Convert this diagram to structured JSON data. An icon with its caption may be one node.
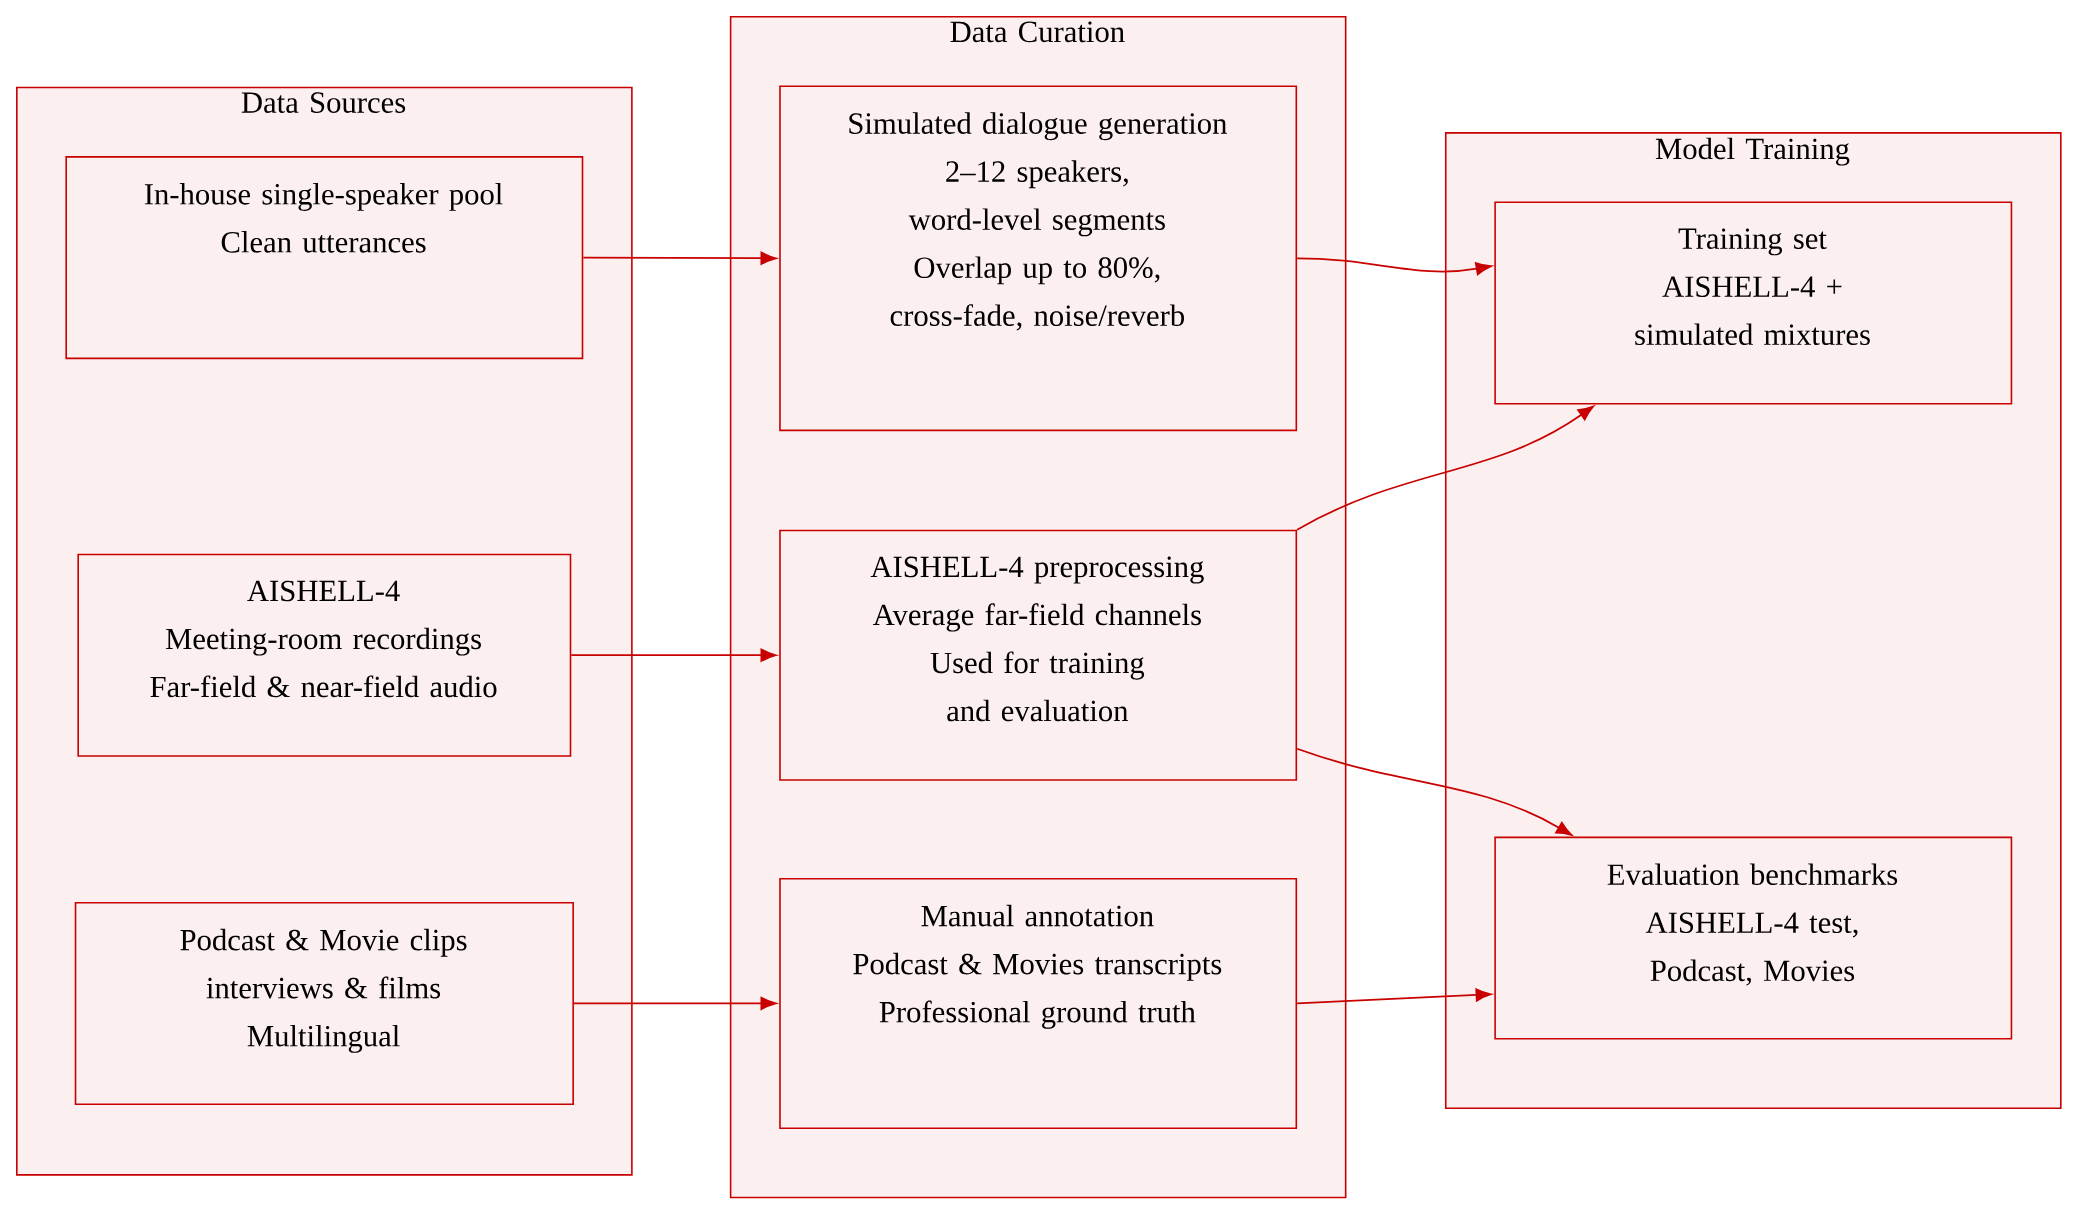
{
  "diagram": {
    "nodes": [
      {
        "text": [
          "Data Sources"
        ]
      },
      {
        "text": [
          "In-house single-speaker pool",
          "Clean utterances"
        ],
        "in": 0
      },
      {
        "text": [
          "AISHELL-4",
          "Meeting-room recordings",
          "Far-field & near-field audio"
        ],
        "in": 0
      },
      {
        "text": [
          "Podcast & Movie clips",
          "interviews & films",
          "Multilingual"
        ],
        "in": 0
      },
      {
        "text": [
          "Data Curation"
        ]
      },
      {
        "text": [
          "Simulated dialogue generation",
          "2–12 speakers, word-level segments",
          "Overlap up to 80%, cross-fade, noise/reverb"
        ],
        "in": 4
      },
      {
        "text": [
          "AISHELL-4 preprocessing",
          "Average far-field channels",
          "Used for training and evaluation"
        ],
        "in": 4
      },
      {
        "text": [
          "Manual annotation",
          "Podcast & Movies transcripts",
          "Professional ground truth"
        ],
        "in": 4
      },
      {
        "text": [
          "Model Training"
        ]
      },
      {
        "text": [
          "Training set",
          "AISHELL-4 + simulated mixtures"
        ],
        "in": 8
      },
      {
        "text": [
          "Evaluation benchmarks",
          "AISHELL-4 test, Podcast, Movies"
        ],
        "in": 8
      }
    ],
    "edges": [
      {
        "from": 1,
        "to": 5,
        "arrow": "to"
      },
      {
        "from": 2,
        "to": 6,
        "arrow": "to"
      },
      {
        "from": 3,
        "to": 7,
        "arrow": "to"
      },
      {
        "from": 5,
        "to": 9,
        "arrow": "to"
      },
      {
        "from": 6,
        "to": 9,
        "arrow": "to"
      },
      {
        "from": 6,
        "to": 10,
        "arrow": "to"
      },
      {
        "from": 7,
        "to": 10,
        "arrow": "to"
      }
    ]
  }
}
